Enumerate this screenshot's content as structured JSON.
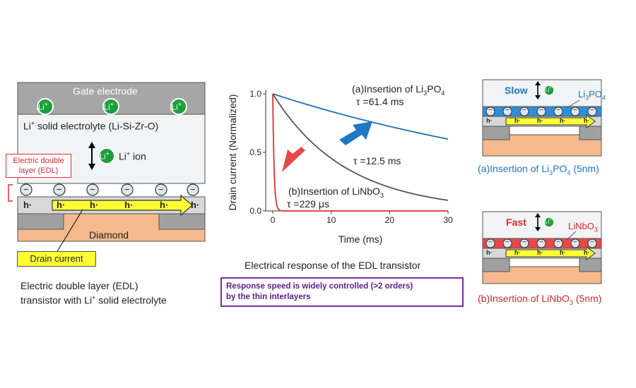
{
  "left_panel": {
    "gate_electrode": "Gate electrode",
    "li_badge": "Li",
    "li_badge_charge": "+",
    "electrolyte_prefix": "Li",
    "electrolyte_charge": "+",
    "electrolyte_text": " solid electrolyte (Li-Si-Zr-O)",
    "ion_prefix": "Li",
    "ion_charge": "+",
    "ion_text": " ion",
    "edl_line1": "Electric double",
    "edl_line2": "layer (EDL)",
    "hole": "h",
    "hole_mark": "·",
    "diamond": "Diamond",
    "drain_current": "Drain current",
    "caption_line1": "Electric double layer (EDL)",
    "caption_line2_prefix": "transistor with Li",
    "caption_line2_charge": "+",
    "caption_line2_suffix": " solid electrolyte",
    "minus": "−"
  },
  "chart_data": {
    "type": "line",
    "xlabel": "Time (ms)",
    "ylabel": "Drain current (Normalized)",
    "xlim": [
      0,
      30
    ],
    "ylim": [
      0,
      1.0
    ],
    "xticks": [
      "0",
      "10",
      "20",
      "30"
    ],
    "yticks": [
      "0.0",
      "0.5",
      "1.0"
    ],
    "series": [
      {
        "name": "(a)Insertion of Li3PO4",
        "tau_ms": 61.4,
        "color": "#1f6fb4"
      },
      {
        "name": "τ =12.5 ms",
        "tau_ms": 12.5,
        "color": "#555555"
      },
      {
        "name": "(b)Insertion of LiNbO3",
        "tau_ms": 0.229,
        "color": "#e03030"
      }
    ]
  },
  "chart_labels": {
    "a_prefix": "(a)Insertion of Li",
    "a_sub1": "3",
    "a_mid": "PO",
    "a_sub2": "4",
    "a_tau": "τ =61.4 ms",
    "mid_tau": "τ =12.5 ms",
    "b_prefix": "(b)Insertion of LiNbO",
    "b_sub": "3",
    "b_tau": "τ =229 μs",
    "caption": "Electrical response of the EDL transistor"
  },
  "note": {
    "line1": "Response speed is widely controlled (>2 orders)",
    "line2": "by the thin interlayers"
  },
  "right_top": {
    "speed": "Slow",
    "layer_prefix": "Li",
    "layer_sub1": "3",
    "layer_mid": "PO",
    "layer_sub2": "4",
    "caption_prefix": "(a)Insertion of Li",
    "caption_sub1": "3",
    "caption_mid": "PO",
    "caption_sub2": "4",
    "caption_suffix": " (5nm)"
  },
  "right_bottom": {
    "speed": "Fast",
    "layer_prefix": "LiNbO",
    "layer_sub": "3",
    "caption_prefix": "(b)Insertion of LiNbO",
    "caption_sub": "3",
    "caption_suffix": " (5nm)"
  },
  "colors": {
    "gate": "#a6a6a6",
    "electrolyte": "#f2f3f5",
    "diamond": "#f4b98c",
    "arrow": "#ffff33",
    "li_green": "#1e9e3a",
    "blue_layer": "#2f8fd6",
    "red_layer": "#e8484a",
    "caption_blue": "#1f78c1",
    "caption_red": "#d62b2b"
  }
}
